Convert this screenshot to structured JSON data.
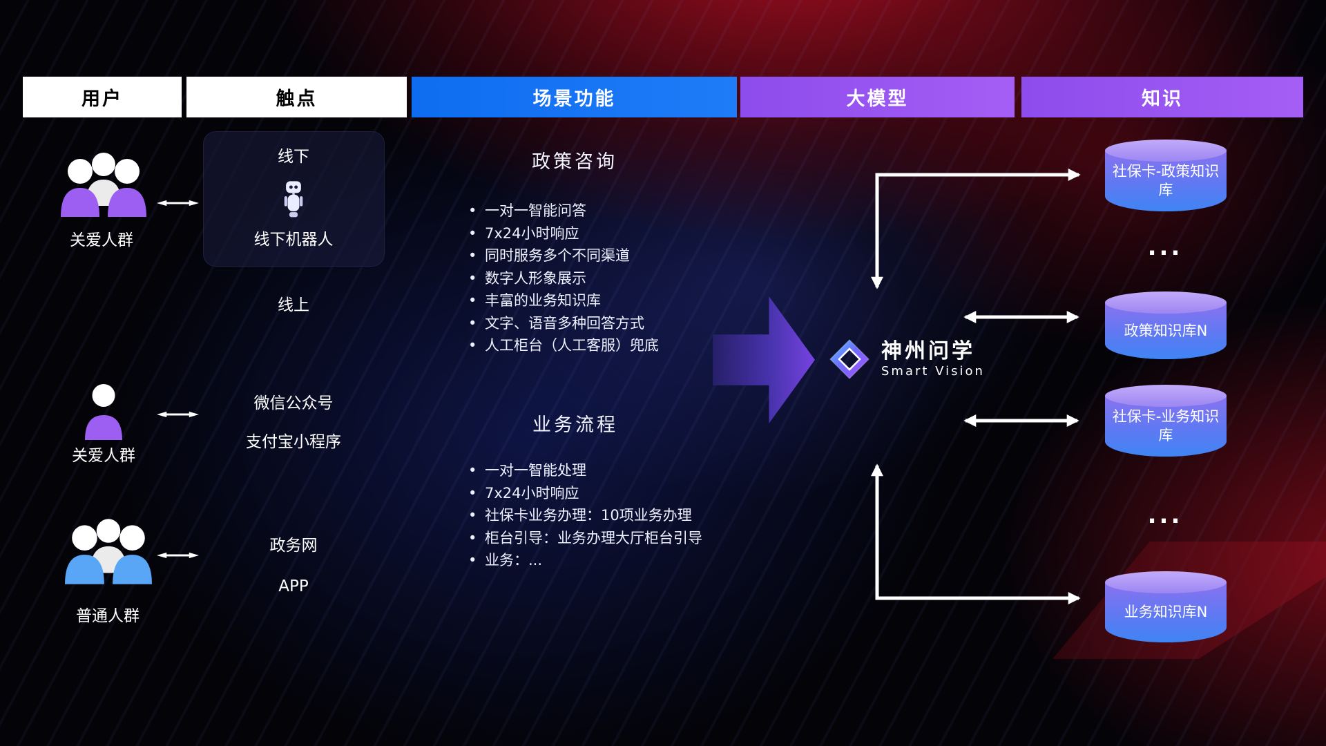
{
  "header": {
    "columns": [
      {
        "label": "用户",
        "style": "white"
      },
      {
        "label": "触点",
        "style": "white"
      },
      {
        "label": "场景功能",
        "style": "blue"
      },
      {
        "label": "大模型",
        "style": "purple"
      },
      {
        "label": "知识",
        "style": "purple"
      }
    ]
  },
  "users": [
    {
      "label": "关爱人群",
      "icon": "group-people-icon",
      "color": "#9d5ff2"
    },
    {
      "label": "关爱人群",
      "icon": "person-icon",
      "color": "#9d5ff2"
    },
    {
      "label": "普通人群",
      "icon": "group-people-icon",
      "color": "#58a6f5"
    }
  ],
  "touchpoints": {
    "offline_title": "线下",
    "robot_label": "线下机器人",
    "online_title": "线上",
    "channels": [
      "微信公众号",
      "支付宝小程序",
      "政务网",
      "APP"
    ]
  },
  "scenarios": [
    {
      "title": "政策咨询",
      "items": [
        "一对一智能问答",
        "7x24小时响应",
        "同时服务多个不同渠道",
        "数字人形象展示",
        "丰富的业务知识库",
        "文字、语音多种回答方式",
        "人工柜台（人工客服）兜底"
      ]
    },
    {
      "title": "业务流程",
      "items": [
        "一对一智能处理",
        "7x24小时响应",
        "社保卡业务办理：10项业务办理",
        "柜台引导：业务办理大厅柜台引导",
        "业务：..."
      ]
    }
  ],
  "model": {
    "name": "神州问学",
    "subtitle": "Smart Vision"
  },
  "knowledge": {
    "databases": [
      {
        "label": "社保卡-政策知识库"
      },
      {
        "label": "政策知识库N"
      },
      {
        "label": "社保卡-业务知识库"
      },
      {
        "label": "业务知识库N"
      }
    ],
    "ellipsis": "..."
  },
  "icons": {
    "users": "group-people-icon / person-icon",
    "robot": "robot-icon",
    "logo": "diamond-gem-icon",
    "flow": "block-arrow-right-icon",
    "links": "double-headed-arrow-icon",
    "databases": "cylinder-database-icon"
  },
  "colors": {
    "header_blue": "#1673f2",
    "header_purple": "#9a55f0",
    "user_purple": "#9d5ff2",
    "user_blue": "#58a6f5",
    "flow_arrow": "#7d47ea",
    "db_top": "#b49df8",
    "db_bottom": "#3f85f4",
    "background_red": "#8f1020",
    "background_blue": "#1e2d96",
    "connector": "#ffffff"
  }
}
